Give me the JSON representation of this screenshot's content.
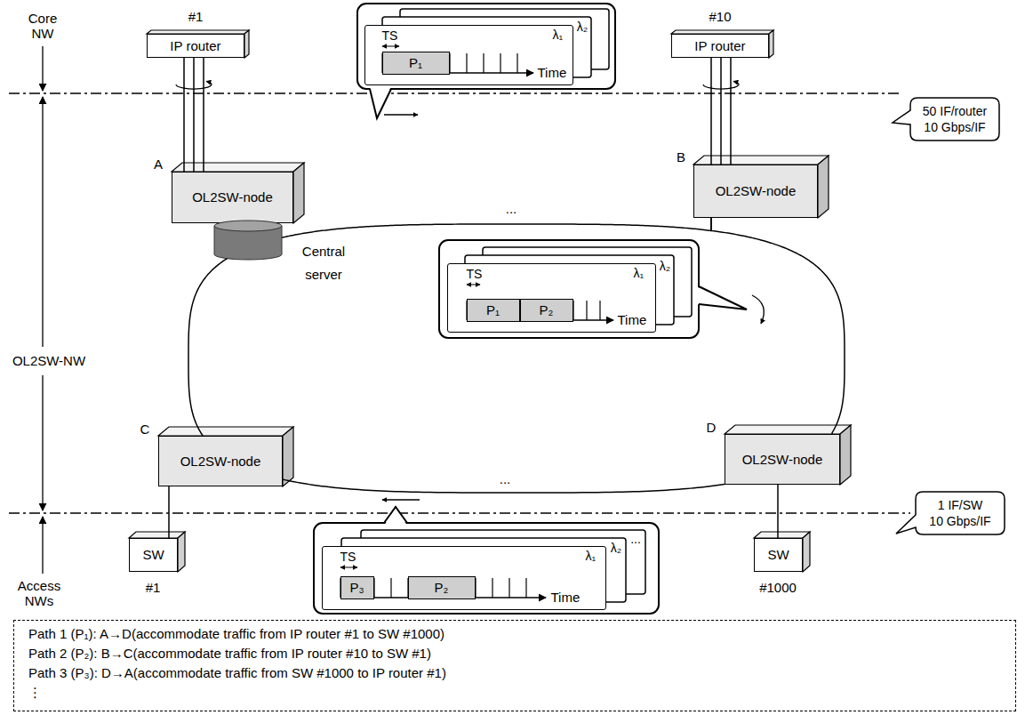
{
  "diagram": {
    "nodes": [
      {
        "text": [
          "IP router"
        ]
      },
      {
        "text": [
          "TS",
          "λ₁",
          "Time"
        ]
      },
      {
        "text": [
          "P₁"
        ],
        "in": 1
      },
      {
        "text": [
          "IP router"
        ]
      },
      {
        "text": [
          "50 IF/router",
          "10 Gbps/IF"
        ]
      },
      {
        "text": [
          "OL2SW-node"
        ]
      },
      {
        "text": [
          "Central server"
        ]
      },
      {
        "text": [
          "OL2SW-node"
        ]
      },
      {
        "text": [
          "TS",
          "λ₁",
          "Time"
        ]
      },
      {
        "text": [
          "P₁"
        ],
        "in": 8
      },
      {
        "text": [
          "P₂"
        ],
        "in": 8
      },
      {
        "text": [
          "OL2SW-node"
        ]
      },
      {
        "text": [
          "OL2SW-node"
        ]
      },
      {
        "text": [
          "1 IF/SW",
          "10 Gbps/IF"
        ]
      },
      {
        "text": [
          "SW"
        ]
      },
      {
        "text": [
          "TS",
          "λ₁",
          "Time"
        ]
      },
      {
        "text": [
          "P₃"
        ],
        "in": 15
      },
      {
        "text": [
          "P₂"
        ],
        "in": 15
      },
      {
        "text": [
          "SW"
        ]
      },
      {
        "text": [
          "Path 1 (P₁): A→D(accommodate traffic from IP router #1 to SW #1000)",
          "Path 2 (P₂): B→C(accommodate traffic from IP router #10 to SW #1)",
          "Path 3 (P₃): D→A(accommodate traffic from SW #1000 to IP router #1)",
          "⋮"
        ]
      }
    ],
    "edges": [
      {
        "from": 0,
        "to": 5,
        "arrow": "none"
      },
      {
        "from": 3,
        "to": 7,
        "arrow": "none"
      },
      {
        "from": 5,
        "to": 7,
        "arrow": "none"
      },
      {
        "from": 7,
        "to": 12,
        "arrow": "none"
      },
      {
        "from": 12,
        "to": 11,
        "arrow": "none"
      },
      {
        "from": 11,
        "to": 5,
        "arrow": "none"
      },
      {
        "from": 11,
        "to": 14,
        "arrow": "none"
      },
      {
        "from": 12,
        "to": 18,
        "arrow": "none"
      }
    ],
    "labels": [
      "#1",
      "#10",
      "λ₂",
      "Core NW",
      "A",
      "B",
      "...",
      "λ₂",
      "OL2SW-NW",
      "C",
      "D",
      "...",
      "λ₂",
      "...",
      "Access NWs",
      "#1",
      "#1000"
    ]
  }
}
